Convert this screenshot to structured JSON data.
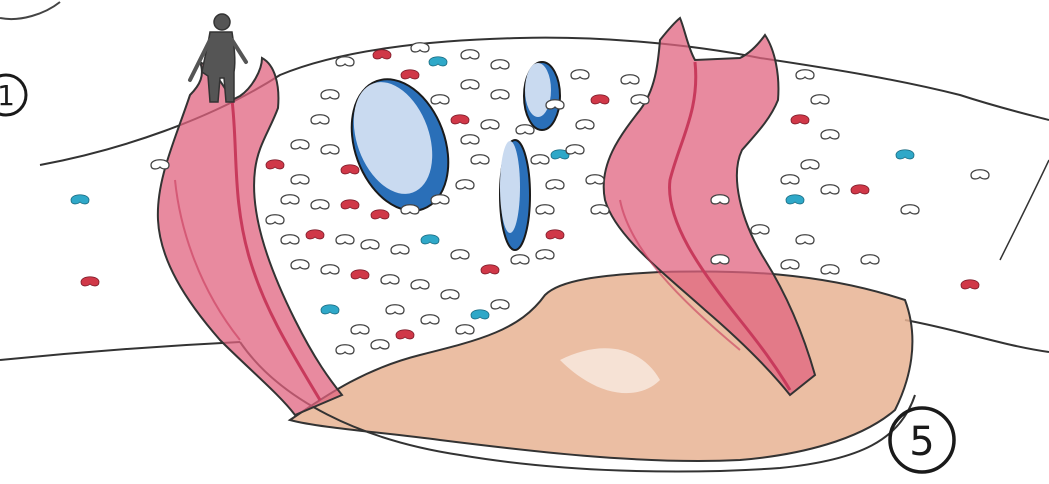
{
  "labels": {
    "left_marker": "1",
    "right_marker": "5"
  },
  "colors": {
    "paper": "#ffffff",
    "pencil_outline": "#2a2a2a",
    "membrane_red": "#e0637f",
    "membrane_red_dark": "#c83a5c",
    "blue_cell": "#2a6fb8",
    "blue_cell_light": "#c9daf0",
    "cyan_particle": "#2fa8c8",
    "red_particle": "#d03848",
    "tissue_orange": "#e8b393",
    "figure_gray": "#555555"
  },
  "icons": {
    "person": "person-figure-icon",
    "left_channel": "left-red-channel",
    "right_channel": "right-red-channel"
  }
}
